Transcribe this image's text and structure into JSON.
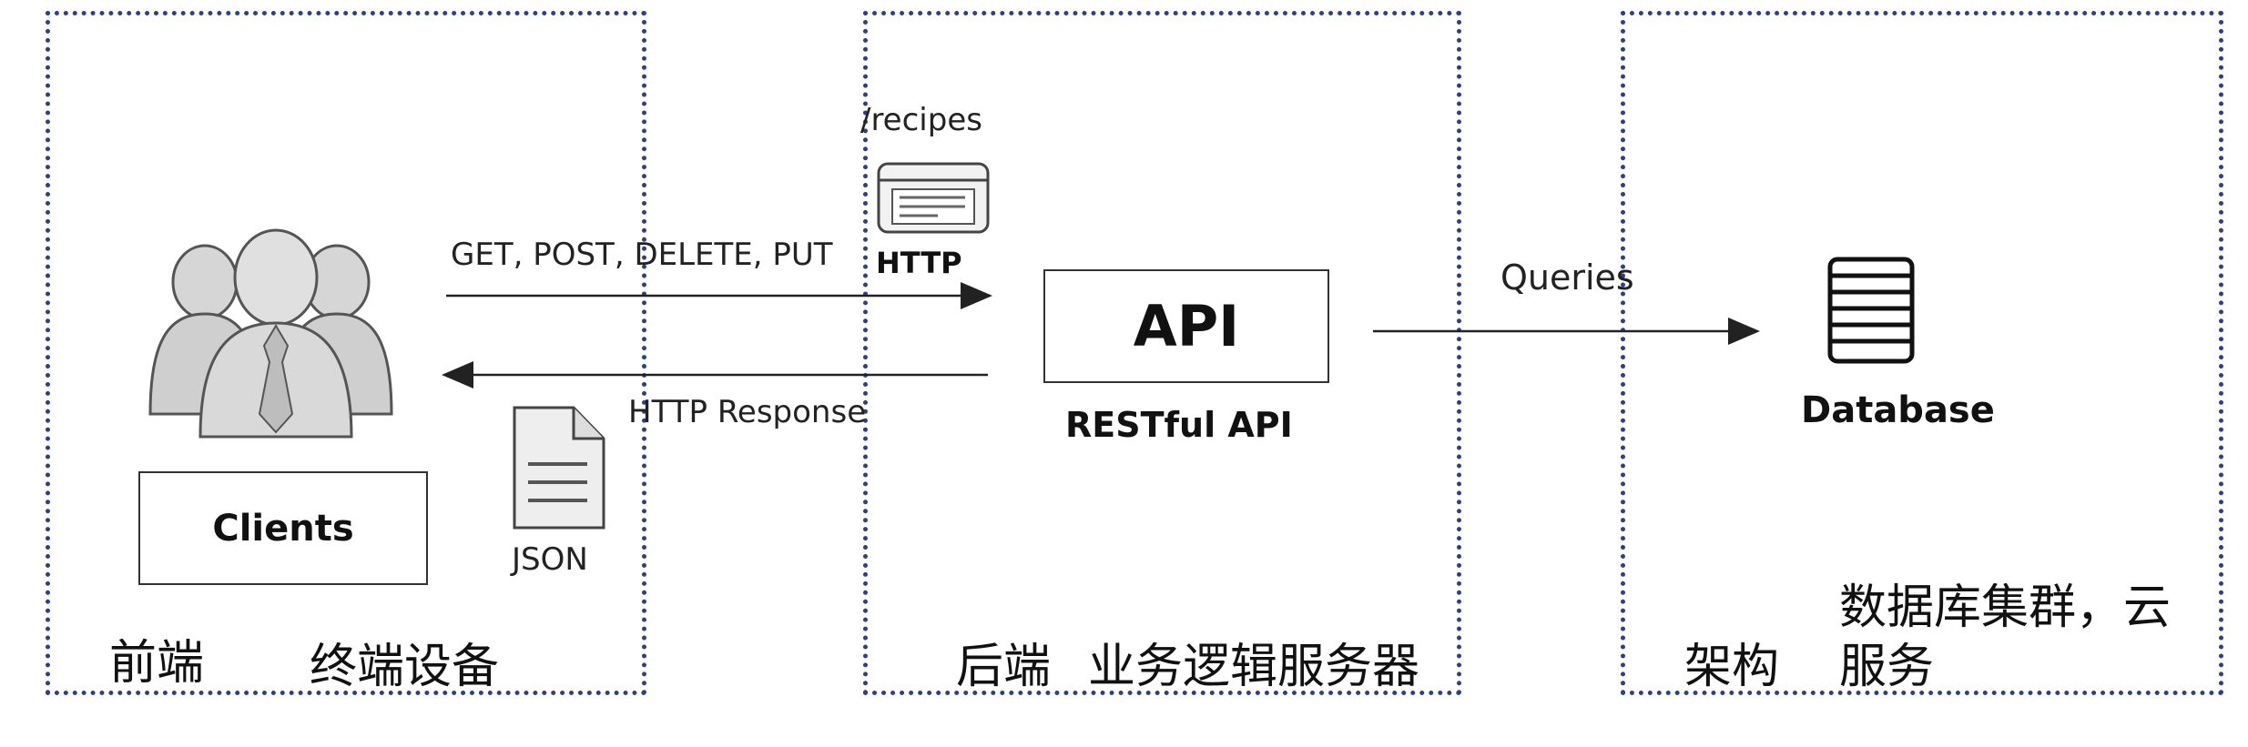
{
  "regions": [
    {
      "id": "frontend",
      "label_a": "前端",
      "label_b": "终端设备"
    },
    {
      "id": "backend",
      "label_a": "后端",
      "label_b": "业务逻辑服务器"
    },
    {
      "id": "architecture",
      "label_a": "架构",
      "label_b_line1": "数据库集群，云",
      "label_b_line2": "服务"
    }
  ],
  "clients": {
    "label": "Clients"
  },
  "request": {
    "methods": "GET, POST, DELETE, PUT",
    "path": "/recipes",
    "protocol": "HTTP"
  },
  "response": {
    "label": "HTTP Response",
    "format": "JSON"
  },
  "api": {
    "label": "API",
    "caption": "RESTful API"
  },
  "queries": {
    "label": "Queries"
  },
  "database": {
    "label": "Database"
  }
}
